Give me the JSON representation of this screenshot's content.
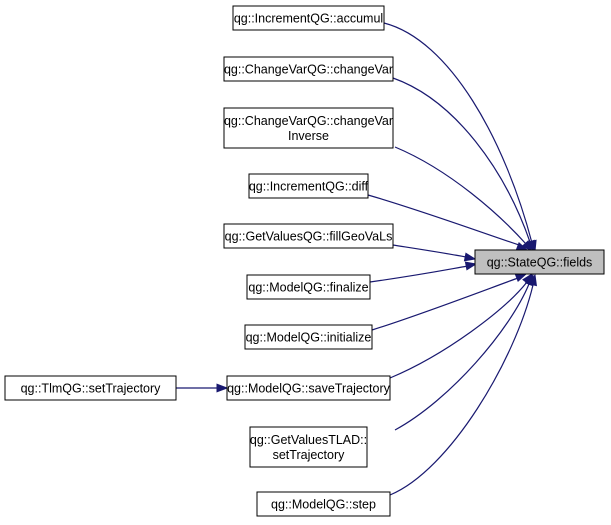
{
  "graph": {
    "edge_color": "#191970",
    "target_fill": "#bfbfbf",
    "target": {
      "id": "fields",
      "label": "qg::StateQG::fields"
    },
    "callers": [
      {
        "id": "accumul",
        "lines": [
          "qg::IncrementQG::accumul"
        ]
      },
      {
        "id": "changeVar",
        "lines": [
          "qg::ChangeVarQG::changeVar"
        ]
      },
      {
        "id": "changeVarInverse",
        "lines": [
          "qg::ChangeVarQG::changeVar",
          "Inverse"
        ]
      },
      {
        "id": "diff",
        "lines": [
          "qg::IncrementQG::diff"
        ]
      },
      {
        "id": "fillGeoVaLs",
        "lines": [
          "qg::GetValuesQG::fillGeoVaLs"
        ]
      },
      {
        "id": "finalize",
        "lines": [
          "qg::ModelQG::finalize"
        ]
      },
      {
        "id": "initialize",
        "lines": [
          "qg::ModelQG::initialize"
        ]
      },
      {
        "id": "saveTrajectory",
        "lines": [
          "qg::ModelQG::saveTrajectory"
        ]
      },
      {
        "id": "setTrajectoryTLAD",
        "lines": [
          "qg::GetValuesTLAD::",
          "setTrajectory"
        ]
      },
      {
        "id": "step",
        "lines": [
          "qg::ModelQG::step"
        ]
      }
    ],
    "secondary": [
      {
        "id": "tlmSetTrajectory",
        "lines": [
          "qg::TlmQG::setTrajectory"
        ],
        "calls": "saveTrajectory"
      }
    ]
  }
}
